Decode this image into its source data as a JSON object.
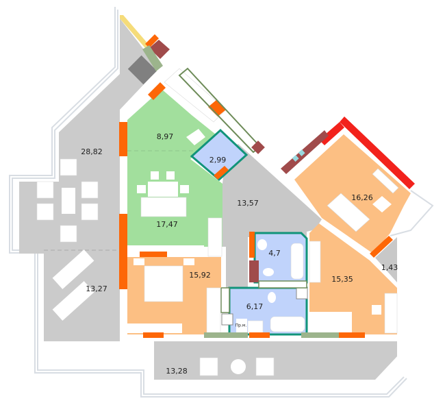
{
  "plan": {
    "title": "Apartment floor plan",
    "colors": {
      "terrace": "#cbcbcb",
      "living_kitchen": "#a2df9d",
      "bedroom": "#fcbf83",
      "bathroom": "#c0d3fb",
      "hall": "#c8c8c8",
      "wall_orange": "#fd6707",
      "wall_red": "#f2221c",
      "wall_maroon": "#a04b4b",
      "bath_outline": "#11947a",
      "green_wall": "#9cb48c",
      "furniture": "#ffffff",
      "yellow_strip": "#f5dc7a",
      "window_line": "#d8dde3"
    },
    "rooms": [
      {
        "id": "terrace-north",
        "type": "terrace",
        "area": "28,82"
      },
      {
        "id": "kitchen",
        "type": "living_kitchen",
        "area": "8,97"
      },
      {
        "id": "guest-wc",
        "type": "bathroom",
        "area": "2,99"
      },
      {
        "id": "living-room",
        "type": "living_kitchen",
        "area": "17,47"
      },
      {
        "id": "hall",
        "type": "hall",
        "area": "13,57"
      },
      {
        "id": "bedroom-east",
        "type": "bedroom",
        "area": "16,26"
      },
      {
        "id": "balcony-small",
        "type": "terrace",
        "area": "1,43"
      },
      {
        "id": "bathroom-upper",
        "type": "bathroom",
        "area": "4,7"
      },
      {
        "id": "bedroom-master",
        "type": "bedroom",
        "area": "15,92"
      },
      {
        "id": "bedroom-south-east",
        "type": "bedroom",
        "area": "15,35"
      },
      {
        "id": "bathroom-lower",
        "type": "bathroom",
        "area": "6,17"
      },
      {
        "id": "terrace-west",
        "type": "terrace",
        "area": "13,27"
      },
      {
        "id": "terrace-south",
        "type": "terrace",
        "area": "13,28"
      }
    ],
    "labels": {
      "terrace_north": "28,82",
      "kitchen": "8,97",
      "guest_wc": "2,99",
      "living_room": "17,47",
      "hall": "13,57",
      "bedroom_east": "16,26",
      "balcony_small": "1,43",
      "bathroom_upper": "4,7",
      "bedroom_master": "15,92",
      "bedroom_south_east": "15,35",
      "bathroom_lower": "6,17",
      "terrace_west": "13,27",
      "terrace_south": "13,28",
      "laundry": "Пр.м."
    }
  }
}
